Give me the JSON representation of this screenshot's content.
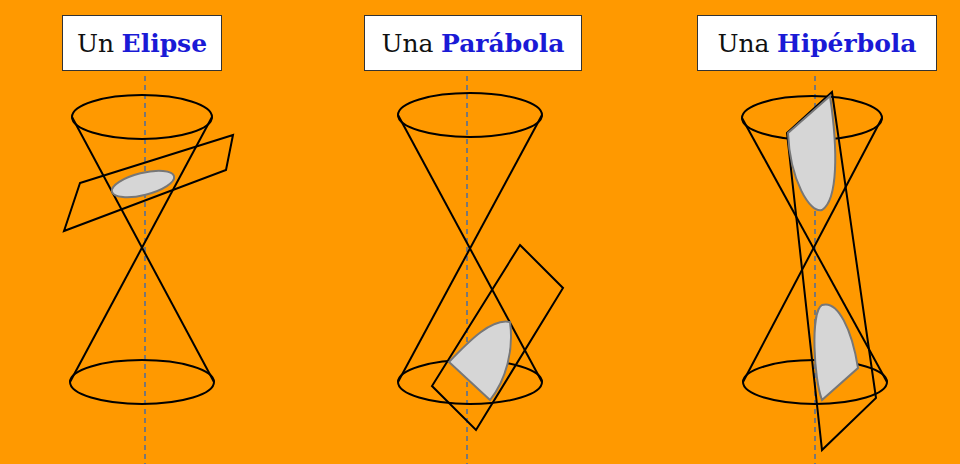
{
  "diagram": {
    "nodes": [
      {
        "text": [
          "Un",
          "Elipse"
        ]
      },
      {
        "text": [
          "Una",
          "Parábola"
        ]
      },
      {
        "text": [
          "Una",
          "Hipérbola"
        ]
      }
    ]
  }
}
